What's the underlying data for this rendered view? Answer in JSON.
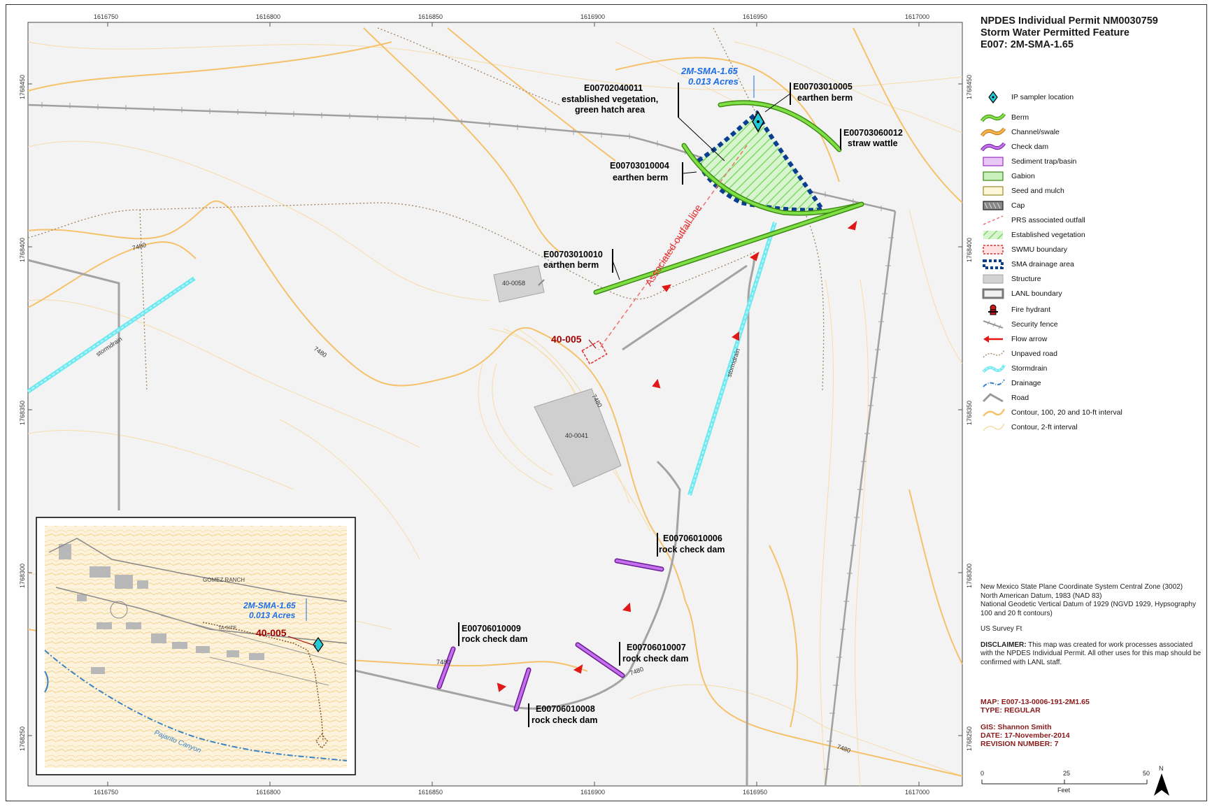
{
  "title": {
    "line1": "NPDES Individual Permit NM0030759",
    "line2": "Storm Water Permitted Feature",
    "line3": "E007:  2M-SMA-1.65"
  },
  "legend": [
    {
      "key": "ip_sampler",
      "label": "IP sampler location"
    },
    {
      "key": "berm",
      "label": "Berm"
    },
    {
      "key": "channel",
      "label": "Channel/swale"
    },
    {
      "key": "check_dam",
      "label": "Check dam"
    },
    {
      "key": "sediment",
      "label": "Sediment trap/basin"
    },
    {
      "key": "gabion",
      "label": "Gabion"
    },
    {
      "key": "seed",
      "label": "Seed and mulch"
    },
    {
      "key": "cap",
      "label": "Cap"
    },
    {
      "key": "prs",
      "label": "PRS associated outfall"
    },
    {
      "key": "veg",
      "label": "Established vegetation"
    },
    {
      "key": "swmu",
      "label": "SWMU boundary"
    },
    {
      "key": "sma",
      "label": "SMA drainage area"
    },
    {
      "key": "structure",
      "label": "Structure"
    },
    {
      "key": "lanl",
      "label": "LANL boundary"
    },
    {
      "key": "hydrant",
      "label": "Fire hydrant"
    },
    {
      "key": "fence",
      "label": "Security fence"
    },
    {
      "key": "flow",
      "label": "Flow arrow"
    },
    {
      "key": "unpaved",
      "label": "Unpaved road"
    },
    {
      "key": "stormdrain",
      "label": "Stormdrain"
    },
    {
      "key": "drainage",
      "label": "Drainage"
    },
    {
      "key": "road",
      "label": "Road"
    },
    {
      "key": "contour",
      "label": "Contour, 100, 20 and 10-ft interval"
    },
    {
      "key": "contour2",
      "label": "Contour, 2-ft interval"
    }
  ],
  "info": {
    "projection": "New Mexico State Plane Coordinate System Central Zone (3002)",
    "datum": "North American Datum, 1983 (NAD 83)",
    "vertical": "National Geodetic Vertical Datum of 1929 (NGVD 1929, Hypsography 100 and 20 ft contours)",
    "units": "US Survey Ft",
    "disclaimer_label": "DISCLAIMER:",
    "disclaimer_text": " This map was created  for work processes associated  with the NPDES Individual Permit.  All other uses for this map should be confirmed with LANL staff."
  },
  "map_meta": {
    "map": "MAP:  E007-13-0006-191-2M1.65",
    "type": "TYPE:  REGULAR",
    "gis": "GIS:  Shannon Smith",
    "date": "DATE:  17-November-2014",
    "revision": "REVISION NUMBER:  7"
  },
  "scale": {
    "t0": "0",
    "t1": "25",
    "t2": "50",
    "unit": "Feet",
    "north": "N"
  },
  "coords": {
    "x": [
      "1616750",
      "1616800",
      "1616850",
      "1616900",
      "1616950",
      "1617000"
    ],
    "y": [
      "1768450",
      "1768400",
      "1768350",
      "1768300",
      "1768250"
    ]
  },
  "features": {
    "sma_name": "2M-SMA-1.65",
    "sma_area": "0.013 Acres",
    "veg_id": "E00702040011",
    "veg_l1": "established vegetation,",
    "veg_l2": "green hatch area",
    "berm5_id": "E00703010005",
    "berm5_t": "earthen berm",
    "wattle_id": "E00703060012",
    "wattle_t": "straw wattle",
    "berm4_id": "E00703010004",
    "berm4_t": "earthen berm",
    "berm10_id": "E00703010010",
    "berm10_t": "earthen berm",
    "outfall": "Associated outfall line",
    "prs": "40-005",
    "s0058": "40-0058",
    "s0041": "40-0041",
    "dam6_id": "E00706010006",
    "dam6_t": "rock check dam",
    "dam9_id": "E00706010009",
    "dam9_t": "rock check dam",
    "dam7_id": "E00706010007",
    "dam7_t": "rock check dam",
    "dam8_id": "E00706010008",
    "dam8_t": "rock check dam",
    "stormdrain": "stormdrain",
    "contour_a": "7480",
    "contour_b": "7480",
    "contour_c": "7480",
    "contour_d": "7480",
    "contour_e": "7480",
    "contour_f": "7480"
  },
  "inset": {
    "gomez": "GOMEZ RANCH",
    "tasite": "TA-SITE",
    "canyon": "Pajarito Canyon",
    "sma_name": "2M-SMA-1.65",
    "sma_area": "0.013 Acres",
    "prs": "40-005"
  },
  "colors": {
    "contour": "#f5c26b",
    "berm": "#5fbf1f",
    "checkdam": "#9b30c8",
    "sma": "#0a3f8f",
    "stormdrain": "#6fe8f0",
    "road": "#9a9a9a",
    "flow": "#e01818",
    "prs": "#a00000",
    "sma_label": "#1e6ee6"
  }
}
